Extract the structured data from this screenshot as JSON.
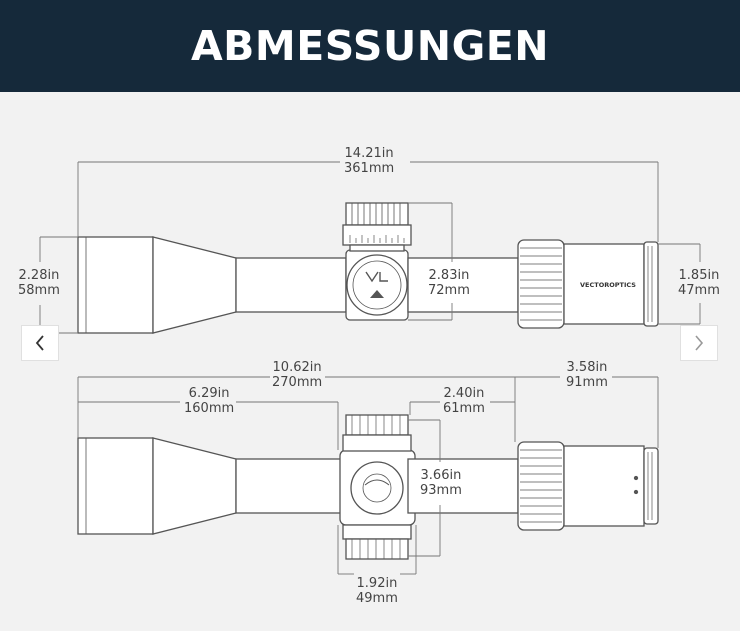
{
  "header": {
    "title": "ABMESSUNGEN"
  },
  "top_view": {
    "total_length": {
      "in": "14.21in",
      "mm": "361mm"
    },
    "objective_diameter": {
      "in": "2.28in",
      "mm": "58mm"
    },
    "turret_height": {
      "in": "2.83in",
      "mm": "72mm"
    },
    "eyepiece_diameter": {
      "in": "1.85in",
      "mm": "47mm"
    },
    "brand_text": "VECTOROPTICS"
  },
  "bottom_view": {
    "length_to_eyepiece": {
      "in": "10.62in",
      "mm": "270mm"
    },
    "eyepiece_length": {
      "in": "3.58in",
      "mm": "91mm"
    },
    "objective_to_turret": {
      "in": "6.29in",
      "mm": "160mm"
    },
    "turret_to_eyepiece": {
      "in": "2.40in",
      "mm": "61mm"
    },
    "turret_total_height": {
      "in": "3.66in",
      "mm": "93mm"
    },
    "turret_width": {
      "in": "1.92in",
      "mm": "49mm"
    }
  },
  "navigation": {
    "prev_icon": "chevron-left-icon",
    "next_icon": "chevron-right-icon"
  },
  "colors": {
    "banner": "#15293a",
    "background": "#f2f2f2",
    "line": "#555555"
  }
}
